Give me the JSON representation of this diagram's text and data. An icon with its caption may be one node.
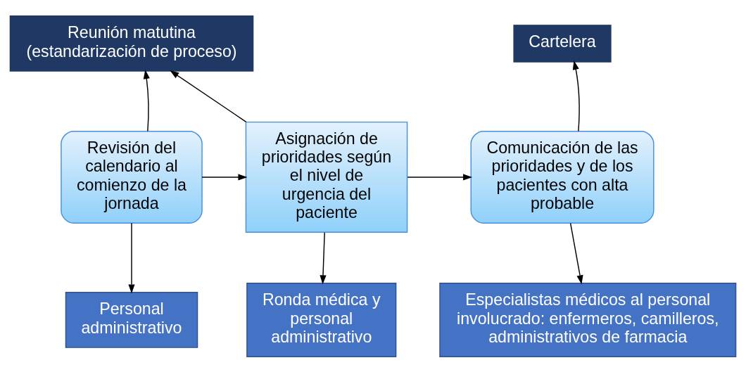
{
  "diagram": {
    "nodes": [
      {
        "text": [
          "Reunión matutina (estandarización de proceso)"
        ]
      },
      {
        "text": [
          "Revisión del calendario al comienzo de la jornada"
        ]
      },
      {
        "text": [
          "Asignación de prioridades según el nivel de urgencia del paciente"
        ]
      },
      {
        "text": [
          "Cartelera"
        ]
      },
      {
        "text": [
          "Comunicación de las prioridades y de los pacientes con alta probable"
        ]
      },
      {
        "text": [
          "Personal administrativo"
        ]
      },
      {
        "text": [
          "Ronda médica y personal administrativo"
        ]
      },
      {
        "text": [
          "Especialistas médicos al personal involucrado: enfermeros, camilleros, administrativos de farmacia"
        ]
      }
    ],
    "edges": [
      {
        "from": 1,
        "to": 0,
        "arrow": "to"
      },
      {
        "from": 2,
        "to": 0,
        "arrow": "to"
      },
      {
        "from": 1,
        "to": 2,
        "arrow": "to"
      },
      {
        "from": 2,
        "to": 4,
        "arrow": "to"
      },
      {
        "from": 4,
        "to": 3,
        "arrow": "to"
      },
      {
        "from": 1,
        "to": 5,
        "arrow": "to"
      },
      {
        "from": 2,
        "to": 6,
        "arrow": "to"
      },
      {
        "from": 4,
        "to": 7,
        "arrow": "to"
      }
    ]
  }
}
